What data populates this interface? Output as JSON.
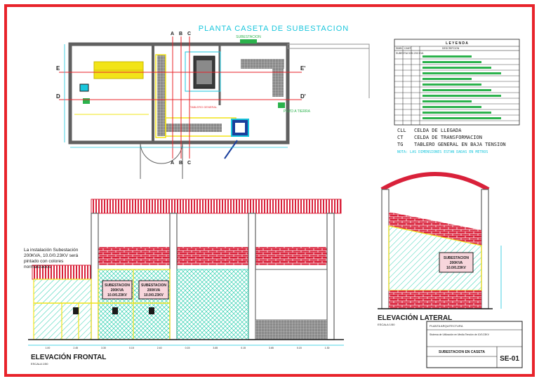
{
  "plan": {
    "title": "PLANTA CASETA DE SUBESTACION",
    "axis_labels": {
      "a": "A",
      "b": "B",
      "c": "C",
      "d": "D",
      "e": "E",
      "d_prime": "D'",
      "e_prime": "E'"
    },
    "notes": {
      "substation_tag": "SUBESTACION",
      "tablero": "TABLERO GENERAL",
      "pozo": "POZO A TIERRA"
    }
  },
  "legend": {
    "title": "L E Y E N D A",
    "header_simbolo": "SIMB.",
    "header_cant": "CANT.",
    "header_desc": "DESCRIPCION",
    "group": "SUBESTACION 200 KVA",
    "abbr": [
      {
        "code": "CLL",
        "text": "CELDA DE LLEGADA"
      },
      {
        "code": "CT",
        "text": "CELDA DE TRANSFORMACION"
      },
      {
        "code": "TG",
        "text": "TABLERO GENERAL EN BAJA TENSION"
      }
    ],
    "note": "NOTA: LAS DIMENSIONES ESTAN DADAS EN METROS"
  },
  "front": {
    "caption": "ELEVACIÓN FRONTAL",
    "scale": "ESCALA 1/50",
    "note_lines": [
      "La instalación Subestación",
      "200KVA, 10.0/0.23KV será",
      "pintado con colores",
      "normalizados"
    ],
    "sign1_lines": [
      "SUBESTACION",
      "200KVA",
      "10.0/0.23KV"
    ],
    "sign2_lines": [
      "SUBESTACION",
      "200KVA",
      "10.0/0.23KV"
    ],
    "dims": [
      "1.00",
      "2.45",
      "3.30",
      "0.15",
      "2.40",
      "0.15",
      "3.65",
      "0.15",
      "3.65",
      "0.15",
      "1.30"
    ]
  },
  "side": {
    "caption": "ELEVACIÓN LATERAL",
    "scale": "ESCALA 1/50",
    "sign_lines": [
      "SUBESTACION",
      "200KVA",
      "10.0/0.23KV"
    ]
  },
  "titleblock": {
    "row1": "PLANTA ARQUITECTURA",
    "row2": "Sistema de Utilización en Media Tensión de 10/0.23KV",
    "plano_label": "SUBESTACION EN CASETA",
    "sheet_code": "SE-01"
  },
  "colors": {
    "border": "#e8232a",
    "wall": "#606060",
    "brick": "#d9213a",
    "hatch": "#2fd0b0",
    "frame_yellow": "#f2e418",
    "cyan": "#19c6dc"
  }
}
